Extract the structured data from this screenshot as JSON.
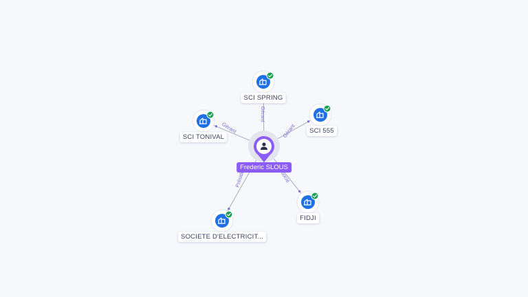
{
  "center": {
    "name": "Frederic SLOUS",
    "icon": "person-icon",
    "color": "#8b5cf6"
  },
  "colors": {
    "company": "#1f6fe5",
    "verified": "#1a9f55",
    "edge": "#a0a3b8",
    "edge_label": "#7b6fd6"
  },
  "nodes": [
    {
      "id": "sci-spring",
      "name": "SCI SPRING",
      "relation": "Gérant",
      "icon": "company-building-icon",
      "verified": true
    },
    {
      "id": "sci-555",
      "name": "SCI 555",
      "relation": "Gérant",
      "icon": "company-building-icon",
      "verified": true
    },
    {
      "id": "sci-tonival",
      "name": "SCI TONIVAL",
      "relation": "Gérant",
      "icon": "company-building-icon",
      "verified": true
    },
    {
      "id": "fidji",
      "name": "FIDJI",
      "relation": "Associé",
      "icon": "company-building-icon",
      "verified": true
    },
    {
      "id": "societe-electricite",
      "name": "SOCIETE D'ELECTRICIT...",
      "relation": "Président",
      "icon": "company-building-icon",
      "verified": true
    }
  ]
}
